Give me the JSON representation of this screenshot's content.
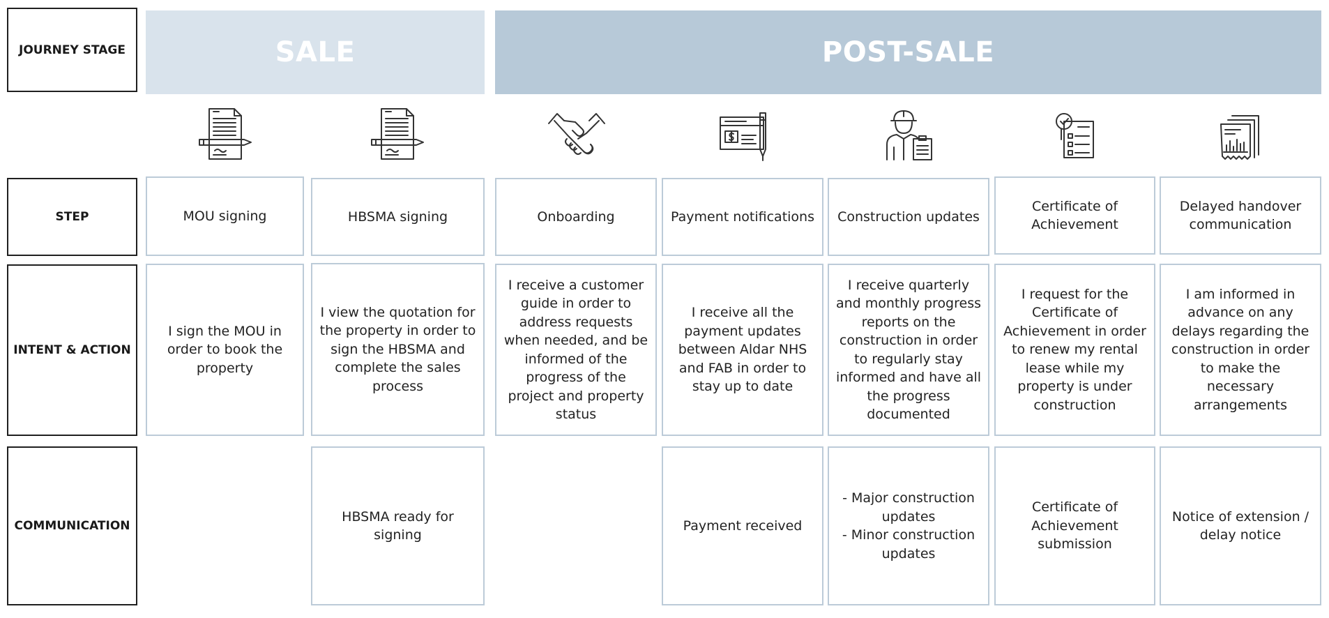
{
  "row_labels": {
    "journey_stage": "JOURNEY STAGE",
    "step": "STEP",
    "intent_action": "INTENT & ACTION",
    "communication": "COMMUNICATION"
  },
  "stages": {
    "sale": "SALE",
    "post_sale": "POST-SALE"
  },
  "steps": [
    {
      "icon": "document-pen-icon",
      "step": "MOU signing",
      "intent": "I sign the MOU in order to book the property",
      "communication": ""
    },
    {
      "icon": "document-pen-icon",
      "step": "HBSMA signing",
      "intent": "I view the quotation for the property in order to sign the HBSMA and complete the sales process",
      "communication": "HBSMA ready for signing"
    },
    {
      "icon": "handshake-icon",
      "step": "Onboarding",
      "intent": "I receive a customer guide in order to address requests when needed, and be informed of the progress of the project and property status",
      "communication": ""
    },
    {
      "icon": "cheque-pen-icon",
      "step": "Payment notifications",
      "intent": "I receive all the payment updates between Aldar NHS and FAB in order to stay up to date",
      "communication": "Payment received"
    },
    {
      "icon": "construction-worker-icon",
      "step": "Construction updates",
      "intent": "I receive quarterly and monthly progress reports on the construction in order to regularly stay informed and have all the progress documented",
      "communication_lines": [
        "- Major construction updates",
        "- Minor construction updates"
      ]
    },
    {
      "icon": "certificate-magnifier-icon",
      "step": "Certificate of Achievement",
      "intent": "I request for the Certificate of Achievement in order to renew my rental lease while my property is under construction",
      "communication": "Certificate of Achievement submission"
    },
    {
      "icon": "report-documents-icon",
      "step": "Delayed handover communication",
      "intent": "I am informed in advance on any delays regarding the construction in order to make the necessary arrangements",
      "communication": "Notice of extension / delay notice"
    }
  ],
  "colors": {
    "sale_band": "#d9e3ec",
    "post_sale_band": "#b7c9d8",
    "cell_border": "#bccbd8",
    "label_border": "#1f1f1f"
  }
}
